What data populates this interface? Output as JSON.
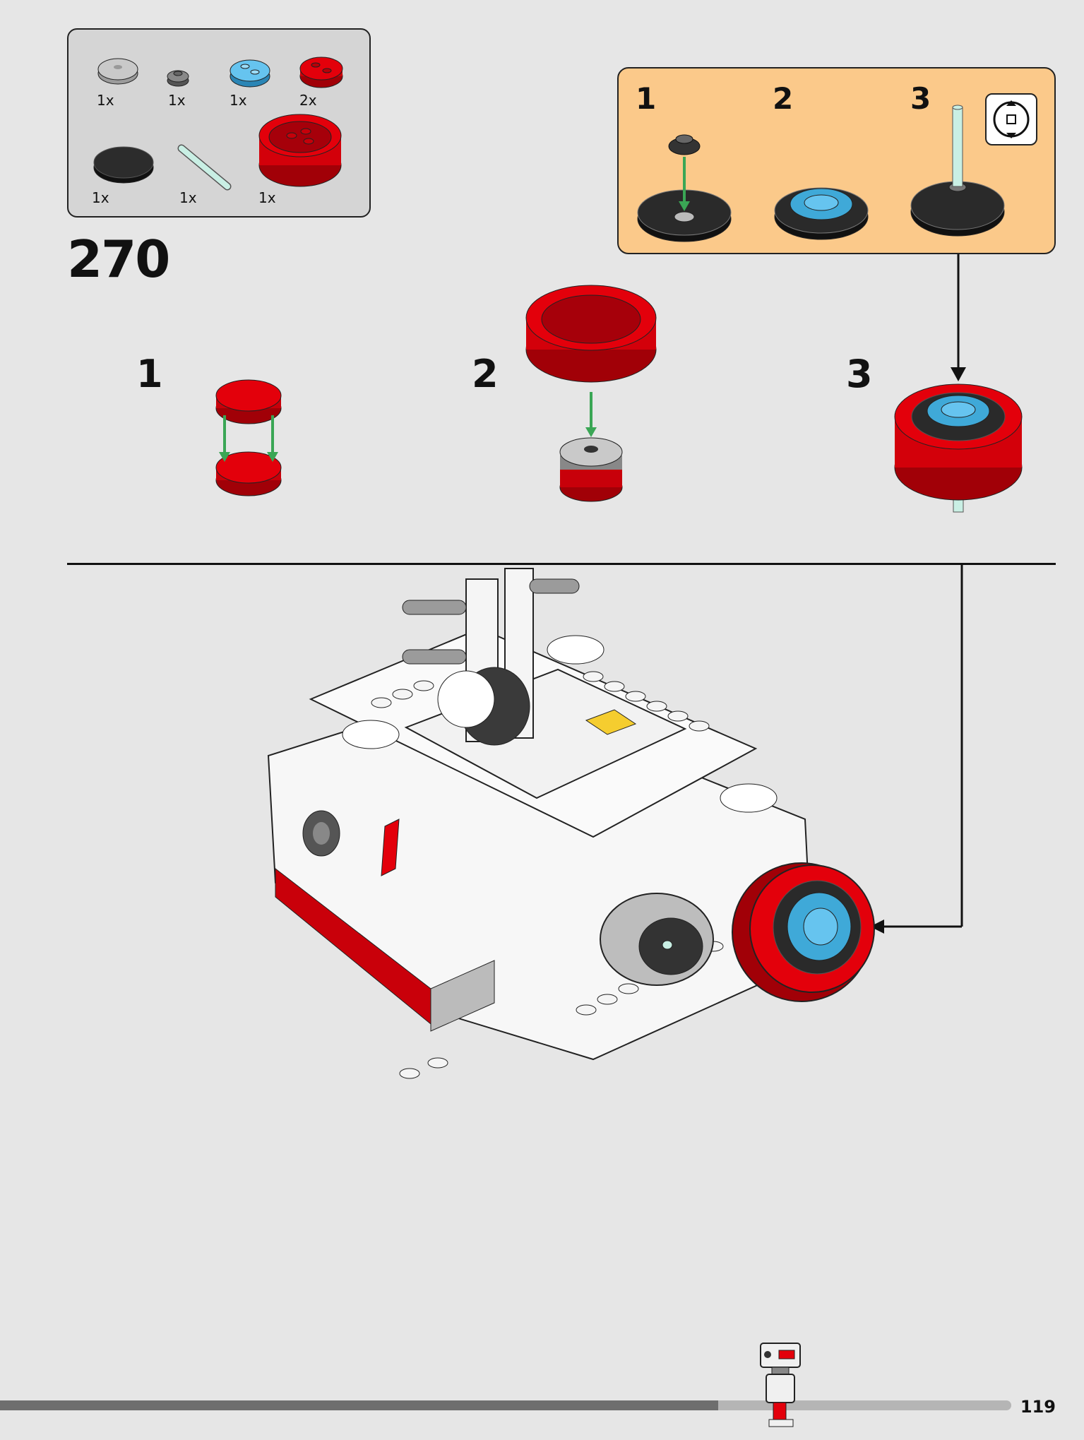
{
  "step": {
    "number": "270"
  },
  "parts_list": [
    {
      "name": "light-gray-round-tile",
      "qty": "1x"
    },
    {
      "name": "dark-gray-round-plate-small",
      "qty": "1x"
    },
    {
      "name": "trans-blue-round-plate",
      "qty": "1x"
    },
    {
      "name": "red-round-plate",
      "qty": "2x"
    },
    {
      "name": "black-radar-dish",
      "qty": "1x"
    },
    {
      "name": "trans-green-bar",
      "qty": "1x"
    },
    {
      "name": "red-round-brick-wheel",
      "qty": "1x"
    }
  ],
  "substeps": [
    "1",
    "2",
    "3"
  ],
  "callout": {
    "substeps": [
      "1",
      "2",
      "3"
    ],
    "icon": "rotate-model-icon"
  },
  "footer": {
    "page_number": "119",
    "progress": 0.71
  },
  "colors": {
    "red": "#e3000b",
    "trans_blue": "#3fa9d8",
    "callout_bg": "#fbc98a",
    "arrow_green": "#3aa655",
    "progress_dark": "#6e6e6e",
    "progress_light": "#b5b5b5"
  }
}
